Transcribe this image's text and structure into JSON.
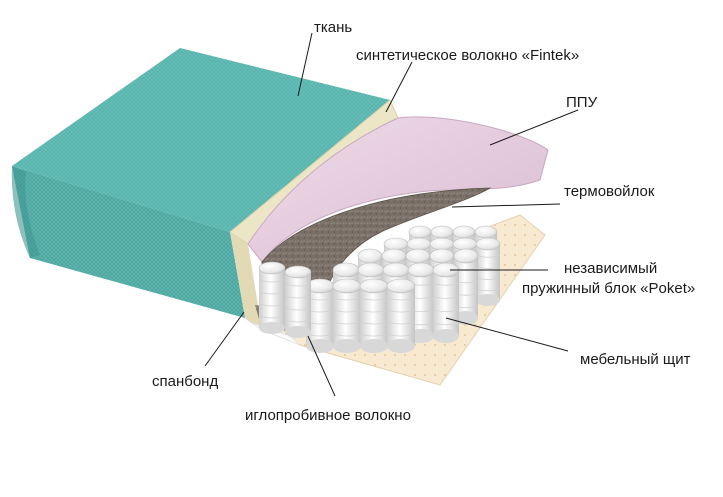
{
  "labels": {
    "fabric": "ткань",
    "synthetic_fiber": "синтетическое волокно «Fintek»",
    "ppu": "ППУ",
    "thermofelt": "термовойлок",
    "spring_block_line1": "независимый",
    "spring_block_line2": "пружинный блок «Poket»",
    "furniture_board": "мебельный щит",
    "spunbond": "спанбонд",
    "needle_fiber": "иглопробивное волокно"
  },
  "colors": {
    "fabric_top": "#54b3ad",
    "fabric_front": "#4aa7a1",
    "fabric_side": "#3f9691",
    "synthetic_fiber": "#ece6c6",
    "ppu": "#e6cde0",
    "thermofelt": "#7b7067",
    "springs": "#f1f1f1",
    "board": "#f8ead0",
    "spunbond": "#fbfbfb"
  }
}
